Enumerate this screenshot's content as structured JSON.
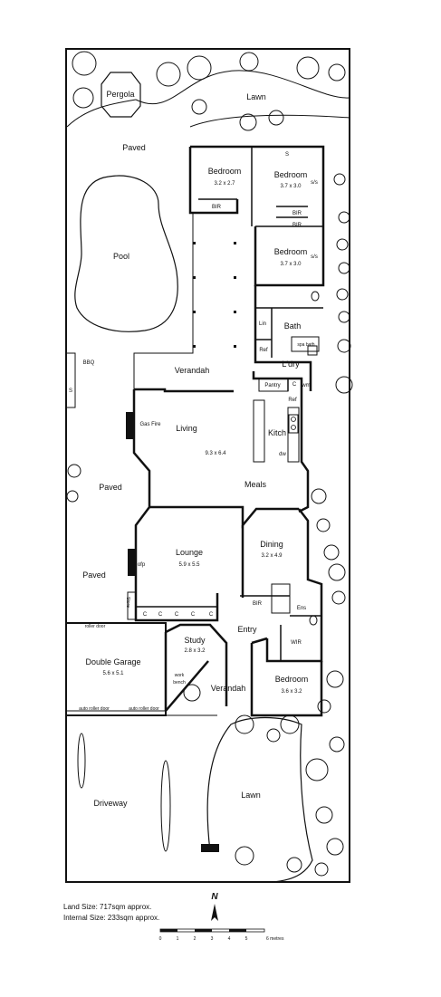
{
  "rooms": {
    "pergola": "Pergola",
    "lawn_top": "Lawn",
    "paved_top": "Paved",
    "pool": "Pool",
    "bedroom2": "Bedroom",
    "bedroom2_size": "3.2 x 2.7",
    "bir2": "BIR",
    "bedroom3": "Bedroom",
    "bedroom3_size": "3.7 x 3.0",
    "s_top": "S",
    "ss1": "s/s",
    "bir3a": "BIR",
    "bir3b": "BIR",
    "bedroom4": "Bedroom",
    "bedroom4_size": "3.7 x 3.0",
    "ss2": "s/s",
    "lin": "Lin",
    "bath": "Bath",
    "spa_bath": "spa bath",
    "ref_ldry": "Ref",
    "ldry": "L'dry",
    "bbq": "BBQ",
    "s_side": "S",
    "verandah_top": "Verandah",
    "pantry": "Pantry",
    "c_pantry": "C",
    "wm": "wm",
    "ref_kitchen": "Ref",
    "gas_fire": "Gas Fire",
    "living": "Living",
    "living_size": "9.3 x 6.4",
    "kitch": "Kitch",
    "dw": "dw",
    "meals": "Meals",
    "paved_mid": "Paved",
    "paved_low": "Paved",
    "dining": "Dining",
    "dining_size": "3.2 x 4.9",
    "lounge": "Lounge",
    "lounge_size": "5.9 x 5.5",
    "ofp": "ofp",
    "store": "Store",
    "cupboards": [
      "C",
      "C",
      "C",
      "C",
      "C"
    ],
    "bir_ens": "BIR",
    "ens": "Ens",
    "wir": "WIR",
    "entry": "Entry",
    "roller_door": "roller door",
    "double_garage": "Double Garage",
    "garage_size": "5.6 x 5.1",
    "study": "Study",
    "study_size": "2.8 x 3.2",
    "work": "work",
    "bench": "bench",
    "verandah_front": "Verandah",
    "bedroom1": "Bedroom",
    "bedroom1_size": "3.6 x 3.2",
    "auto_roller_1": "auto roller door",
    "auto_roller_2": "auto roller door",
    "driveway": "Driveway",
    "lawn_front": "Lawn"
  },
  "info": {
    "land_size": "Land Size: 717sqm approx.",
    "internal_size": "Internal Size: 233sqm approx."
  },
  "compass": {
    "north": "N"
  },
  "scale": {
    "ticks": [
      "0",
      "1",
      "2",
      "3",
      "4",
      "5"
    ],
    "unit_label": "6 metres"
  }
}
